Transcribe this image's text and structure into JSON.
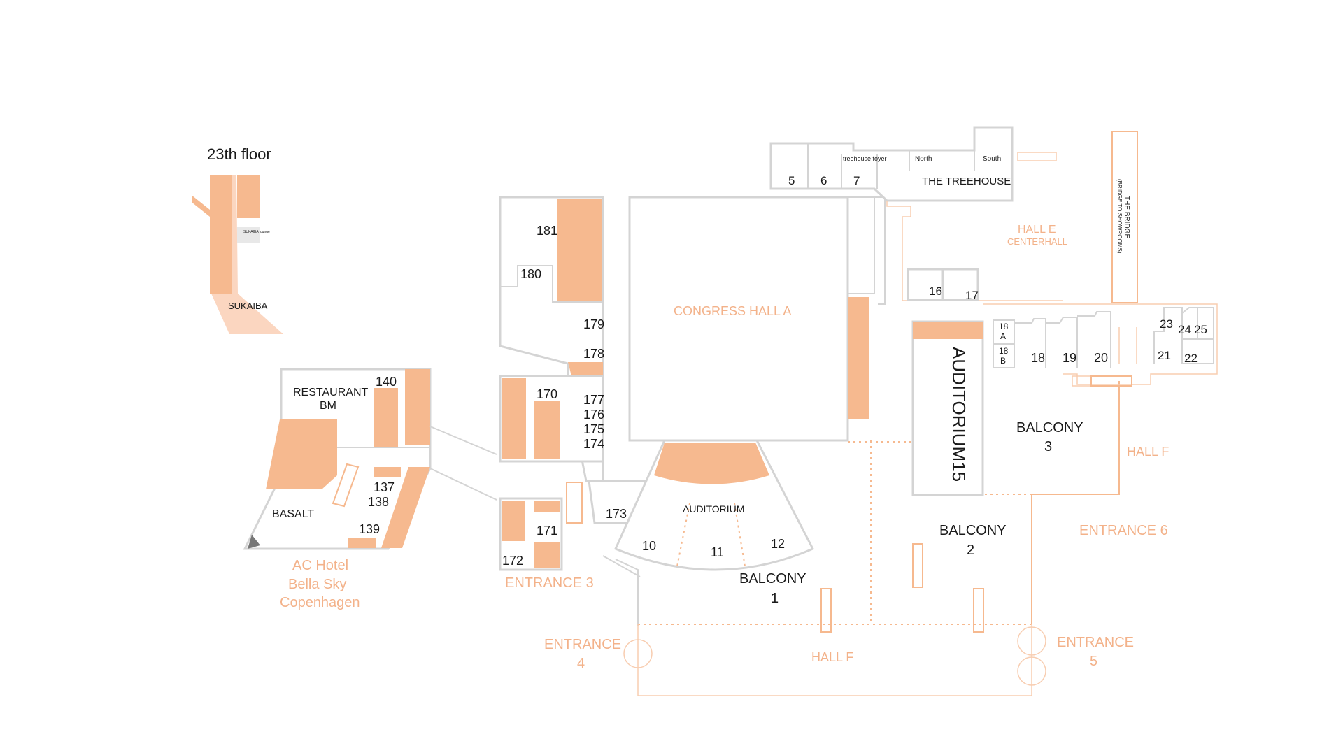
{
  "map": {
    "floor23": {
      "title": "23th floor",
      "venue": "SUKAIBA",
      "lounge": "SUKAIBA lounge"
    },
    "halls": {
      "congress_hall_a": "CONGRESS HALL A",
      "hall_e_line1": "HALL E",
      "hall_e_line2": "CENTERHALL",
      "hall_f_right": "HALL F",
      "hall_f_bottom": "HALL F",
      "the_bridge_line1": "THE BRIDGE",
      "the_bridge_line2": "(BRIDGE TO SHOWROOMS)",
      "auditorium_15": "AUDITORIUM15",
      "auditorium": "AUDITORIUM",
      "treehouse": "THE TREEHOUSE",
      "treehouse_foyer": "treehouse foyer",
      "north": "North",
      "south": "South"
    },
    "balconies": {
      "b1_line1": "BALCONY",
      "b1_line2": "1",
      "b2_line1": "BALCONY",
      "b2_line2": "2",
      "b3_line1": "BALCONY",
      "b3_line2": "3"
    },
    "entrances": {
      "e3": "ENTRANCE 3",
      "e4_line1": "ENTRANCE",
      "e4_line2": "4",
      "e5_line1": "ENTRANCE",
      "e5_line2": "5",
      "e6": "ENTRANCE 6"
    },
    "hotel": {
      "line1": "AC Hotel",
      "line2": "Bella Sky",
      "line3": "Copenhagen",
      "restaurant_line1": "RESTAURANT",
      "restaurant_line2": "BM",
      "basalt": "BASALT"
    },
    "rooms": {
      "r5": "5",
      "r6": "6",
      "r7": "7",
      "r10": "10",
      "r11": "11",
      "r12": "12",
      "r16": "16",
      "r17": "17",
      "r18a_1": "18",
      "r18a_2": "A",
      "r18b_1": "18",
      "r18b_2": "B",
      "r18": "18",
      "r19": "19",
      "r20": "20",
      "r21": "21",
      "r22": "22",
      "r23": "23",
      "r24": "24",
      "r25": "25",
      "r137": "137",
      "r138": "138",
      "r139": "139",
      "r140": "140",
      "r170": "170",
      "r171": "171",
      "r172": "172",
      "r173": "173",
      "r174": "174",
      "r175": "175",
      "r176": "176",
      "r177": "177",
      "r178": "178",
      "r179": "179",
      "r180": "180",
      "r181": "181"
    },
    "colors": {
      "accent_orange": "#f6b98f",
      "light_orange": "#fbd6c0",
      "label_orange": "#f3b28a",
      "wall_grey": "#d4d4d4",
      "text_dark": "#1a1a1a"
    }
  }
}
